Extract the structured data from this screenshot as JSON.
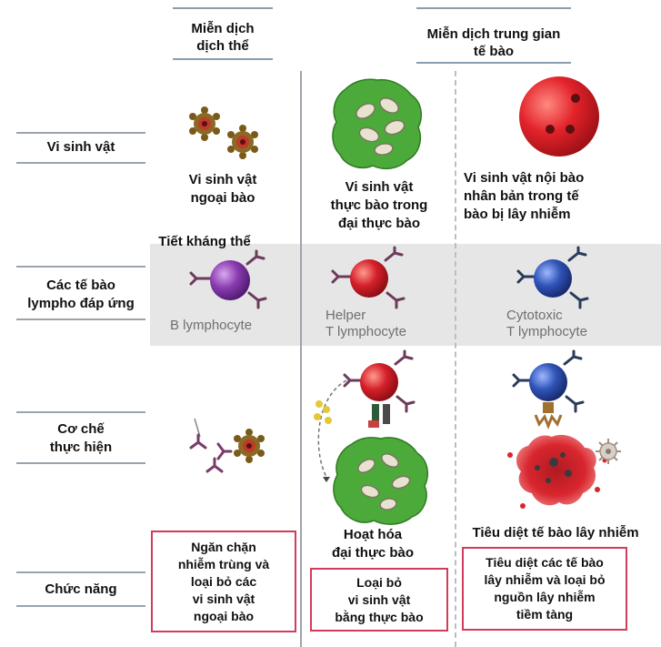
{
  "columns": {
    "humoral": "Miễn dịch\ndịch thể",
    "cell_mediated": "Miễn dịch trung gian\ntế bào"
  },
  "rows": {
    "microbe": "Vi sinh vật",
    "responding": "Các tế bào\nlympho đáp ứng",
    "mechanism": "Cơ chế\nthực hiện",
    "function": "Chức năng"
  },
  "microbes": {
    "extracellular": "Vi sinh vật\nngoại bào",
    "phagocytosed": "Vi sinh vật\nthực bào trong\nđại thực bào",
    "intracellular": "Vi sinh vật nội bào\nnhân bản trong tế\nbào bị lây nhiễm"
  },
  "antibody_label": "Tiết kháng thể",
  "lymphocytes": {
    "b": "B lymphocyte",
    "helper": "Helper\nT lymphocyte",
    "cytotoxic": "Cytotoxic\nT lymphocyte"
  },
  "mechanism_labels": {
    "activate": "Hoạt hóa\nđại thực bào",
    "kill": "Tiêu diệt tế bào lây nhiễm"
  },
  "functions": {
    "humoral": "Ngăn chặn\nnhiễm trùng và\nloại bỏ các\nvi sinh vật\nngoại bào",
    "helper": "Loại bỏ\nvi sinh vật\nbằng thực bào",
    "cytotoxic": "Tiêu diệt các tế bào\nlây nhiễm và loại bỏ\nnguồn lây nhiễm\ntiềm tàng"
  },
  "colors": {
    "b_cell": "#8a3bb0",
    "helper_t": "#d4202a",
    "cytotoxic_t": "#2f54b8",
    "macrophage": "#4caa3a",
    "infected_cell": "#d8262e",
    "box_border": "#d03c5a",
    "band": "#e6e6e6"
  }
}
